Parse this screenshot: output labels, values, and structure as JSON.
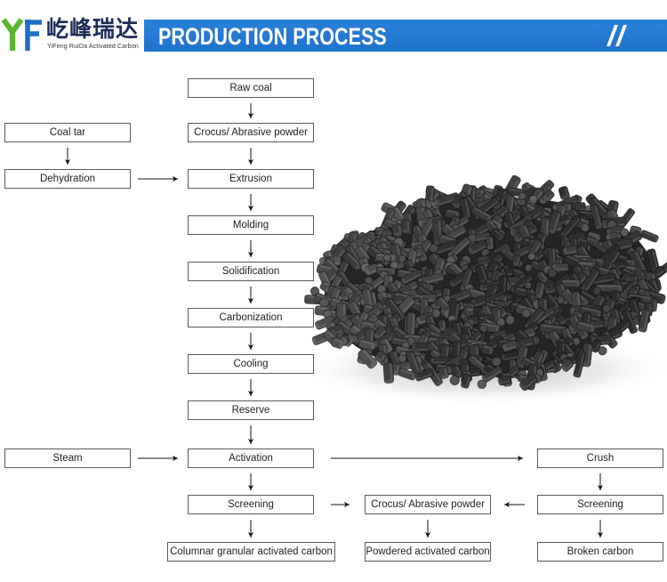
{
  "colors": {
    "logo_green": "#5cb531",
    "logo_blue": "#1f6fc8",
    "logo_text": "#1d2b57",
    "banner": "#1f72cc",
    "banner_text": "#ffffff",
    "box_border": "#5a5a5a",
    "box_text": "#222222",
    "arrow": "#111111"
  },
  "logo": {
    "mark": "YF",
    "name_cn": "屹峰瑞达",
    "name_en": "YiFeng RuiDa Activated Carbon"
  },
  "banner": {
    "title": "PRODUCTION PROCESS"
  },
  "process": {
    "main": [
      "Raw coal",
      "Crocus/ Abrasive powder",
      "Extrusion",
      "Molding",
      "Solidification",
      "Carbonization",
      "Cooling",
      "Reserve",
      "Activation",
      "Screening",
      "Columnar granular activated carbon"
    ],
    "binder": [
      "Coal tar",
      "Dehydration"
    ],
    "activation_input": "Steam",
    "powder_branch": [
      "Crocus/ Abrasive powder",
      "Powdered activated carbon"
    ],
    "broken_branch": [
      "Crush",
      "Screening",
      "Broken carbon"
    ]
  }
}
